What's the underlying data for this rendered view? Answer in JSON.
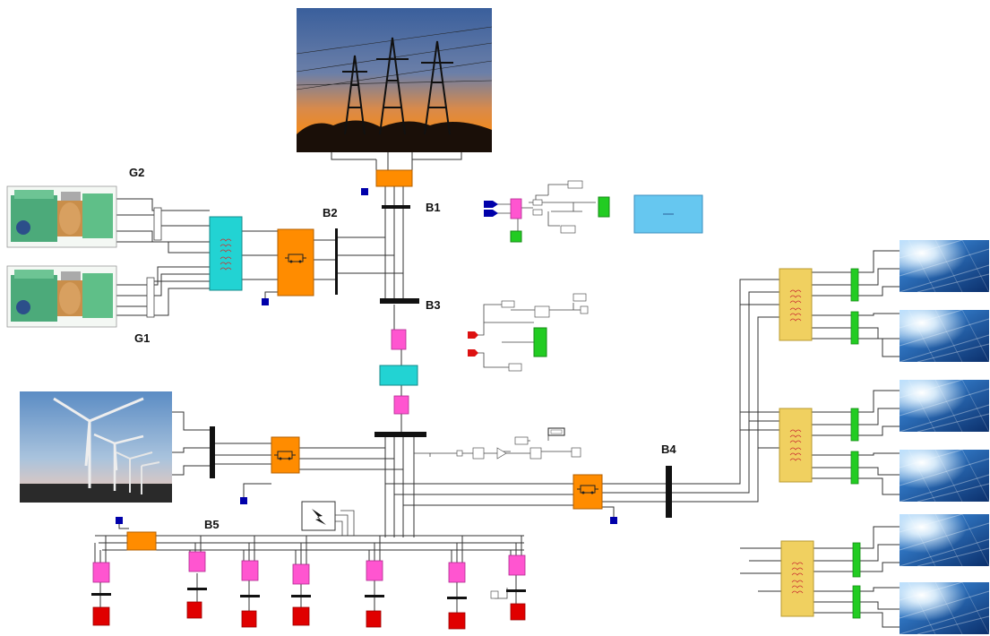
{
  "labels": {
    "G2": "G2",
    "G1": "G1",
    "B1": "B1",
    "B2": "B2",
    "B3": "B3",
    "B4": "B4",
    "B5": "B5"
  },
  "colors": {
    "breaker": "#ff8c00",
    "transformer_cyan": "#22d3d3",
    "load_magenta": "#ff55d0",
    "load_red": "#e00000",
    "pv_transformer": "#f0d060",
    "pv_filter": "#22cc22",
    "scope": "#66c7f0",
    "ground": "#0000aa",
    "bus": "#111111"
  },
  "images": {
    "tower_photo": "power-transmission-towers-sunset",
    "generator_photo": "synchronous-generator-cutaway",
    "wind_photo": "wind-turbines",
    "solar_photo": "solar-panels"
  }
}
